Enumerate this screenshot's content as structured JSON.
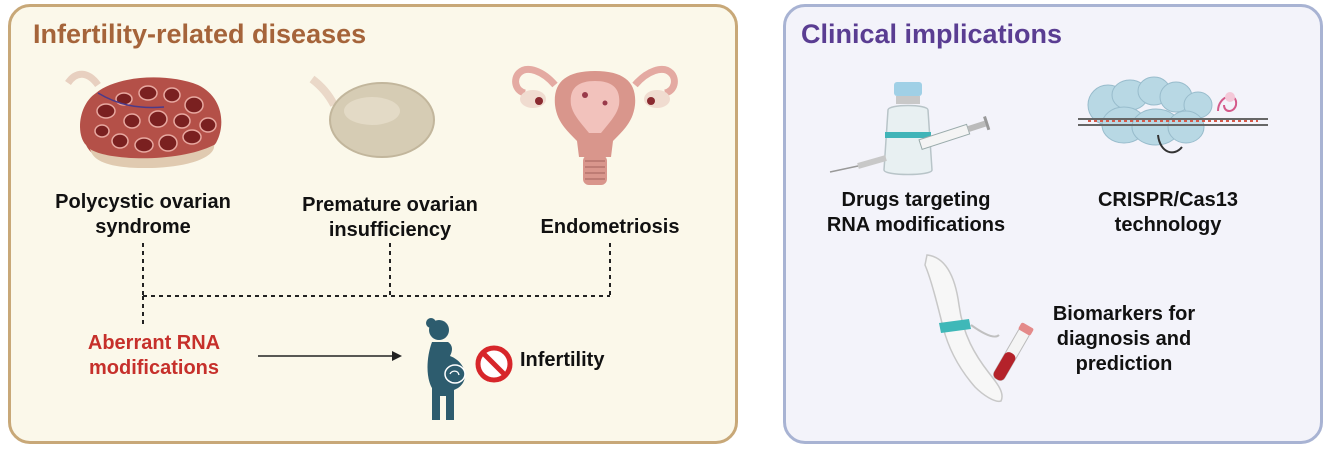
{
  "left_panel": {
    "title": "Infertility-related diseases",
    "diseases": [
      {
        "line1": "Polycystic ovarian",
        "line2": "syndrome",
        "icon": "polycystic-ovary-icon"
      },
      {
        "line1": "Premature ovarian",
        "line2": "insufficiency",
        "icon": "ovary-icon"
      },
      {
        "line1": "Endometriosis",
        "line2": "",
        "icon": "uterus-icon"
      }
    ],
    "cause": {
      "line1": "Aberrant RNA",
      "line2": "modifications"
    },
    "outcome": {
      "label": "Infertility",
      "icons": [
        "pregnant-woman-icon",
        "prohibition-icon"
      ]
    }
  },
  "right_panel": {
    "title": "Clinical implications",
    "items": [
      {
        "line1": "Drugs targeting",
        "line2": "RNA modifications",
        "line3": "",
        "icon": "vial-syringe-icon"
      },
      {
        "line1": "CRISPR/Cas13",
        "line2": "technology",
        "line3": "",
        "icon": "crispr-complex-icon"
      },
      {
        "line1": "Biomarkers for",
        "line2": "diagnosis and",
        "line3": "prediction",
        "icon": "arm-blood-draw-icon"
      }
    ]
  },
  "colors": {
    "left_title": "#a5643a",
    "right_title": "#5a3d92",
    "cause_text": "#c6302b",
    "left_border": "#c8a878",
    "right_border": "#a8b3d3"
  }
}
